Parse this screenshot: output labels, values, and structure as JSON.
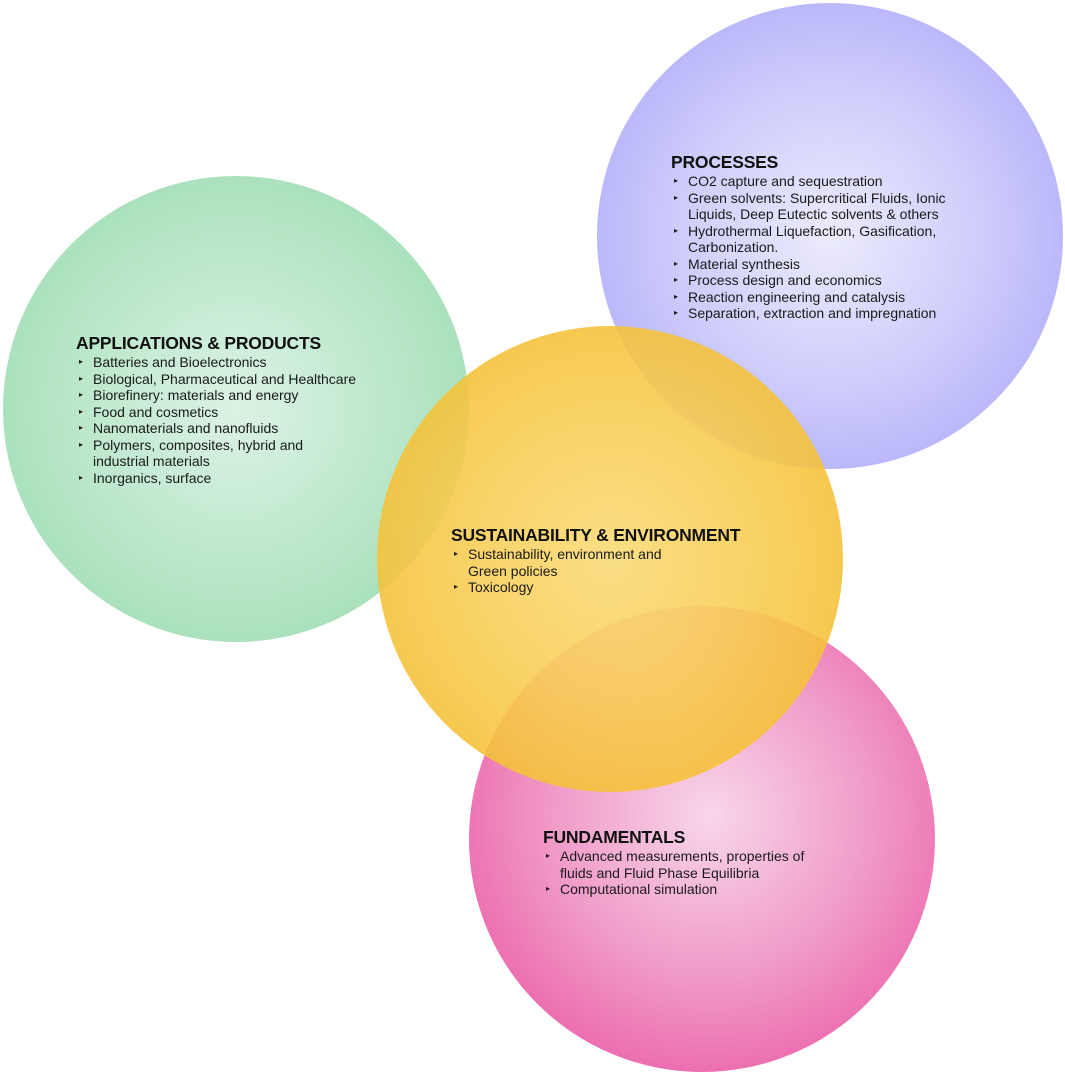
{
  "circles": {
    "processes": {
      "title": "PROCESSES",
      "color": "#a3a1f8",
      "items": [
        "CO2 capture and sequestration",
        "Green solvents: Supercritical Fluids, Ionic\nLiquids, Deep Eutectic solvents & others",
        "Hydrothermal Liquefaction, Gasification,\nCarbonization.",
        "Material synthesis",
        "Process design and economics",
        "Reaction engineering and catalysis",
        "Separation, extraction and impregnation"
      ]
    },
    "applications": {
      "title": "APPLICATIONS & PRODUCTS",
      "color": "#95d8ab",
      "items": [
        "Batteries and Bioelectronics",
        "Biological, Pharmaceutical and Healthcare",
        "Biorefinery: materials and energy",
        "Food and cosmetics",
        "Nanomaterials and nanofluids",
        "Polymers, composites, hybrid and\nindustrial materials",
        "Inorganics, surface"
      ]
    },
    "sustainability": {
      "title": "SUSTAINABILITY & ENVIRONMENT",
      "color": "#f2b419",
      "items": [
        "Sustainability, environment and\nGreen policies",
        "Toxicology"
      ]
    },
    "fundamentals": {
      "title": "FUNDAMENTALS",
      "color": "#e9449a",
      "items": [
        "Advanced measurements, properties of\nfluids and Fluid Phase Equilibria",
        "Computational simulation"
      ]
    }
  },
  "bullet_glyph": "▸"
}
